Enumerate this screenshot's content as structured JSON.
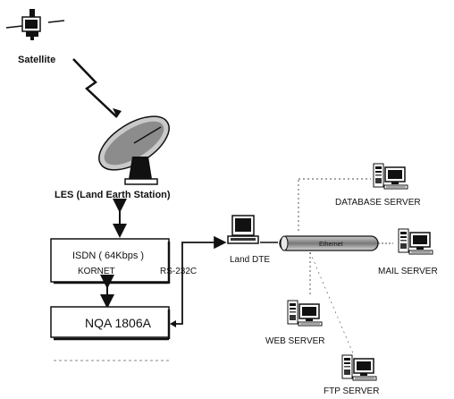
{
  "satellite": {
    "label": "Satellite"
  },
  "les": {
    "label": "LES (Land Earth Station)"
  },
  "isdn": {
    "line1": "ISDN ( 64Kbps )",
    "line2": "KORNET"
  },
  "link": {
    "label": "RS-232C"
  },
  "nqa": {
    "label": "NQA 1806A"
  },
  "dte": {
    "label": "Land DTE"
  },
  "network": {
    "label": "Ethernet"
  },
  "servers": {
    "database": "DATABASE SERVER",
    "mail": "MAIL SERVER",
    "web": "WEB SERVER",
    "ftp": "FTP SERVER"
  }
}
